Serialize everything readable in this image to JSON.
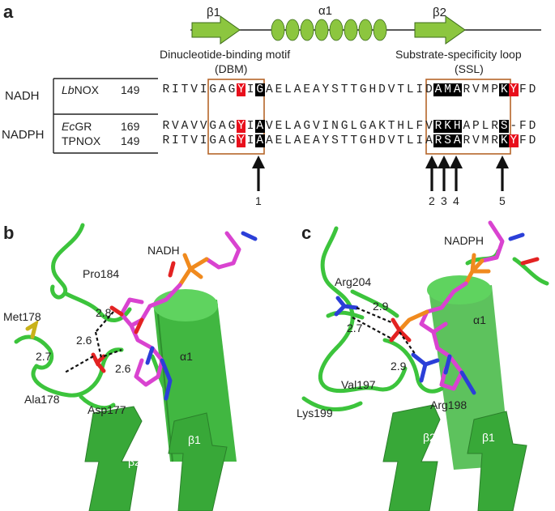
{
  "panels": {
    "a": "a",
    "b": "b",
    "c": "c"
  },
  "topology": {
    "beta1": "β1",
    "alpha1": "α1",
    "beta2": "β2"
  },
  "motifs": {
    "dbm_line1": "Dinucleotide-binding motif",
    "dbm_line2": "(DBM)",
    "ssl_line1": "Substrate-specificity loop",
    "ssl_line2": "(SSL)"
  },
  "groups": {
    "nadh": "NADH",
    "nadph": "NADPH"
  },
  "sequences": [
    {
      "species": "Lb",
      "name": "NOX",
      "pos": "149",
      "seq": "RITVIGAGYIGAELAEAYSTTGHDVTLIDAMARVMPKYFD"
    },
    {
      "species": "Ec",
      "name": "GR",
      "pos": "169",
      "seq": "RVAVVGAGYIAVELAGVINGLGAKTHLFVRKHAPLRS-FD"
    },
    {
      "species": "",
      "name": "TPNOX",
      "pos": "149",
      "seq": "RITVIGAGYIAAELAEAYSTTGHDVTLIARSARVMRKYFD"
    }
  ],
  "arrow_numbers": [
    "1",
    "2",
    "3",
    "4",
    "5"
  ],
  "panel_b": {
    "ligand": "NADH",
    "helix": "α1",
    "strand1": "β1",
    "strand2": "β2",
    "residues": {
      "pro": "Pro184",
      "met": "Met178",
      "ala": "Ala178",
      "asp": "Asp177"
    },
    "distances": {
      "d1": "2.8",
      "d2": "2.6",
      "d3": "2.7",
      "d4": "2.6"
    }
  },
  "panel_c": {
    "ligand": "NADPH",
    "helix": "α1",
    "strand1": "β1",
    "strand2": "β2",
    "residues": {
      "arg204": "Arg204",
      "val": "Val197",
      "lys": "Lys199",
      "arg198": "Arg198"
    },
    "distances": {
      "d1": "2.9",
      "d2": "2.7",
      "d3": "2.9"
    }
  },
  "colors": {
    "protein": "#3cc43c",
    "ligand": "#d943d0",
    "phosphate": "#f08a1e",
    "nitrogen": "#2b3fd8",
    "oxygen": "#e32222",
    "sulfur": "#c9b21a",
    "box": "#b5652a",
    "highlight_red": "#e8101c",
    "topology_green": "#8cc63f"
  }
}
